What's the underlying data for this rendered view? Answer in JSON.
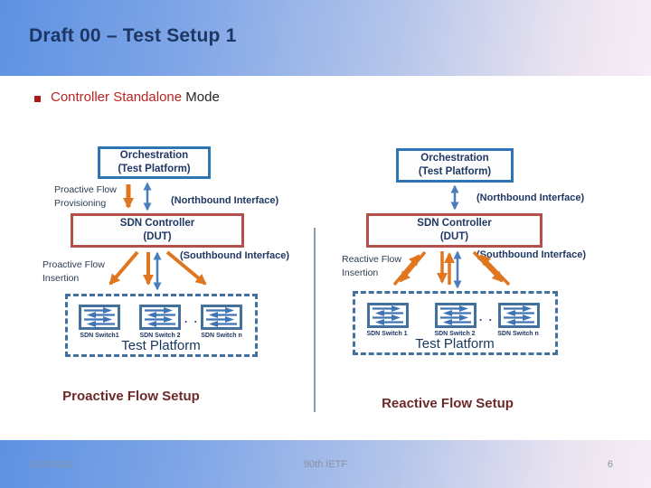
{
  "slide": {
    "title": "Draft 00 – Test Setup 1",
    "bullet": {
      "highlight": "Controller Standalone",
      "rest": " Mode"
    },
    "footer": {
      "date": "1/10/2022",
      "event": "90th IETF",
      "page": "6"
    }
  },
  "colors": {
    "header_gradient_left": "#5e92e2",
    "header_gradient_right": "#f7ecf5",
    "title_text": "#1d3663",
    "bullet_red": "#bb2423",
    "box_blue_border": "#2e75b6",
    "box_red_border": "#b4504b",
    "navy_text": "#1f3864",
    "orange_arrow": "#e0761f",
    "blue_arrow": "#4d7ebc",
    "dashed_border": "#41719c",
    "caption_maroon": "#6b2a29"
  },
  "diagrams": {
    "left": {
      "orchestration": {
        "line1": "Orchestration",
        "line2": "(Test Platform)"
      },
      "flow_label": {
        "line1": "Proactive Flow",
        "line2": "Provisioning"
      },
      "northbound": "(Northbound Interface)",
      "controller": {
        "line1": "SDN Controller",
        "line2": "(DUT)"
      },
      "southbound": "(Southbound Interface)",
      "insertion_label": {
        "line1": "Proactive Flow",
        "line2": "Insertion"
      },
      "switches": [
        "SDN Switch1",
        "SDN Switch 2",
        "SDN Switch n"
      ],
      "dots": ". .",
      "platform": "Test Platform",
      "caption": "Proactive Flow Setup"
    },
    "right": {
      "orchestration": {
        "line1": "Orchestration",
        "line2": "(Test Platform)"
      },
      "northbound": "(Northbound Interface)",
      "controller": {
        "line1": "SDN Controller",
        "line2": "(DUT)"
      },
      "southbound": "(Southbound Interface)",
      "insertion_label": {
        "line1": "Reactive Flow",
        "line2": "Insertion"
      },
      "switches": [
        "SDN Switch 1",
        "SDN Switch 2",
        "SDN Switch n"
      ],
      "dots": ". .",
      "platform": "Test Platform",
      "caption": "Reactive Flow Setup"
    }
  }
}
